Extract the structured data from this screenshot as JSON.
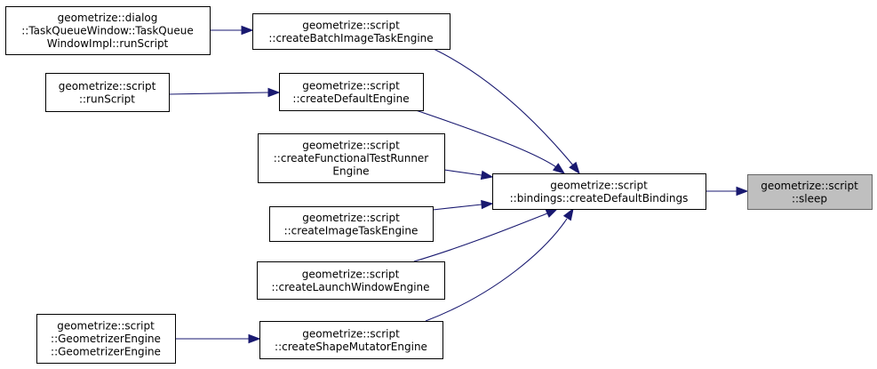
{
  "graph": {
    "type": "call-graph",
    "colors": {
      "edge": "#191970",
      "node_fill": "#ffffff",
      "node_border": "#000000",
      "highlight_fill": "#bfbfbf",
      "highlight_border": "#666666"
    },
    "nodes": [
      {
        "id": "sleep",
        "name": "node-sleep",
        "lines": [
          "geometrize::script",
          "::sleep"
        ],
        "highlight": true
      },
      {
        "id": "bindings",
        "name": "node-create-default-bindings",
        "lines": [
          "geometrize::script",
          "::bindings::createDefaultBindings"
        ]
      },
      {
        "id": "batch",
        "name": "node-create-batch-image-task-engine",
        "lines": [
          "geometrize::script",
          "::createBatchImageTaskEngine"
        ]
      },
      {
        "id": "default",
        "name": "node-create-default-engine",
        "lines": [
          "geometrize::script",
          "::createDefaultEngine"
        ]
      },
      {
        "id": "functional",
        "name": "node-create-functional-test-runner-engine",
        "lines": [
          "geometrize::script",
          "::createFunctionalTestRunner",
          "Engine"
        ]
      },
      {
        "id": "imagetask",
        "name": "node-create-image-task-engine",
        "lines": [
          "geometrize::script",
          "::createImageTaskEngine"
        ]
      },
      {
        "id": "launch",
        "name": "node-create-launch-window-engine",
        "lines": [
          "geometrize::script",
          "::createLaunchWindowEngine"
        ]
      },
      {
        "id": "shapemut",
        "name": "node-create-shape-mutator-engine",
        "lines": [
          "geometrize::script",
          "::createShapeMutatorEngine"
        ]
      },
      {
        "id": "taskqueue",
        "name": "node-task-queue-window-impl-run-script",
        "lines": [
          "geometrize::dialog",
          "::TaskQueueWindow::TaskQueue",
          "WindowImpl::runScript"
        ]
      },
      {
        "id": "runscript",
        "name": "node-run-script",
        "lines": [
          "geometrize::script",
          "::runScript"
        ]
      },
      {
        "id": "geometrizer",
        "name": "node-geometrizer-engine-ctor",
        "lines": [
          "geometrize::script",
          "::GeometrizerEngine",
          "::GeometrizerEngine"
        ]
      }
    ],
    "edges": [
      {
        "from": "bindings",
        "to": "sleep"
      },
      {
        "from": "batch",
        "to": "bindings"
      },
      {
        "from": "default",
        "to": "bindings"
      },
      {
        "from": "functional",
        "to": "bindings"
      },
      {
        "from": "imagetask",
        "to": "bindings"
      },
      {
        "from": "launch",
        "to": "bindings"
      },
      {
        "from": "shapemut",
        "to": "bindings"
      },
      {
        "from": "taskqueue",
        "to": "batch"
      },
      {
        "from": "runscript",
        "to": "default"
      },
      {
        "from": "geometrizer",
        "to": "shapemut"
      }
    ]
  }
}
